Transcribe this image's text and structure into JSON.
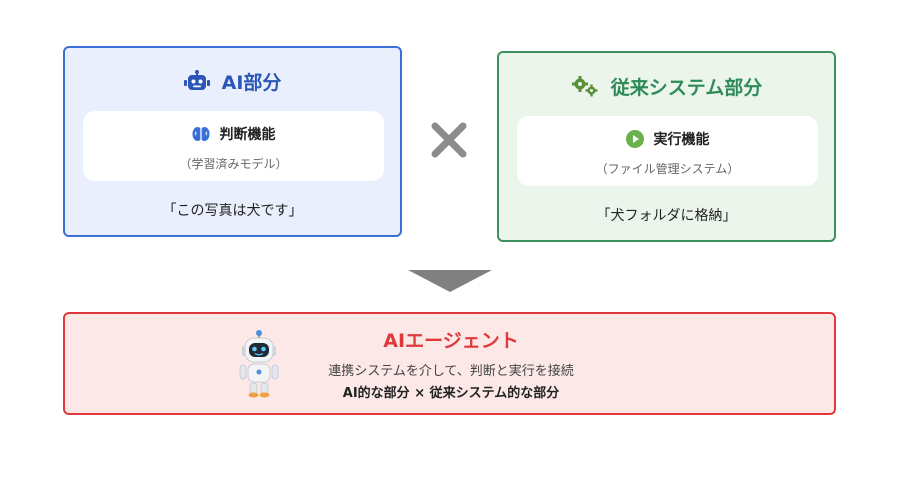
{
  "ai_part": {
    "title": "AI部分",
    "card_title": "判断機能",
    "card_sub": "（学習済みモデル）",
    "example": "「この写真は犬です」",
    "title_icon": "robot-icon",
    "card_icon": "brain-icon",
    "color": "#3a6fd8"
  },
  "system_part": {
    "title": "従来システム部分",
    "card_title": "実行機能",
    "card_sub": "（ファイル管理システム）",
    "example": "「犬フォルダに格納」",
    "title_icon": "gears-icon",
    "card_icon": "play-icon",
    "color": "#3d8f5e"
  },
  "operator": {
    "symbol_icon": "multiply-icon",
    "flow_icon": "arrow-down-icon"
  },
  "agent": {
    "title": "AIエージェント",
    "description": "連携システムを介して、判断と実行を接続",
    "formula": "AI的な部分 × 従来システム的な部分",
    "icon": "robot-mascot-icon",
    "color": "#e0393b"
  }
}
